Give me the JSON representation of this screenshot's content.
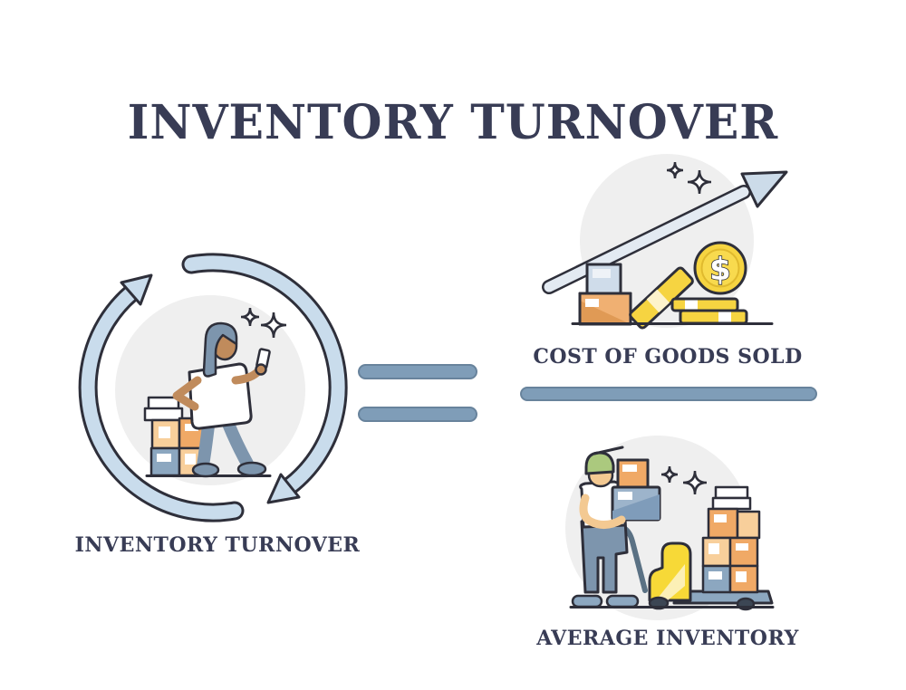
{
  "page": {
    "title": "INVENTORY TURNOVER"
  },
  "formula": {
    "result": {
      "label": "INVENTORY TURNOVER",
      "illustration": "person-with-box-stack-inside-circular-refresh-arrows"
    },
    "operator": "equals",
    "numerator": {
      "label": "COST OF GOODS SOLD",
      "illustration": "rising-arrow-over-boxes-gold-bar-and-dollar-coins",
      "coin_symbol": "$"
    },
    "denominator": {
      "label": "AVERAGE INVENTORY",
      "illustration": "warehouse-worker-carrying-box-with-pallet-jack-and-box-stack"
    }
  },
  "colors": {
    "title_text": "#383c55",
    "outline": "#2e2f3a",
    "steel_blue_bar": "#7f9db8",
    "light_blue": "#c9dcec",
    "pale_blue": "#e3eaf2",
    "box_blue": "#8ca7c0",
    "denim_blue": "#7d95ad",
    "gold": "#f6d441",
    "yellow": "#f7d937",
    "orange": "#f0a966",
    "light_orange": "#f8cf9b",
    "skin_dark": "#c08b5c",
    "skin_light": "#f3c992",
    "cap_green": "#abc97e",
    "circle_gray": "#efefef"
  }
}
